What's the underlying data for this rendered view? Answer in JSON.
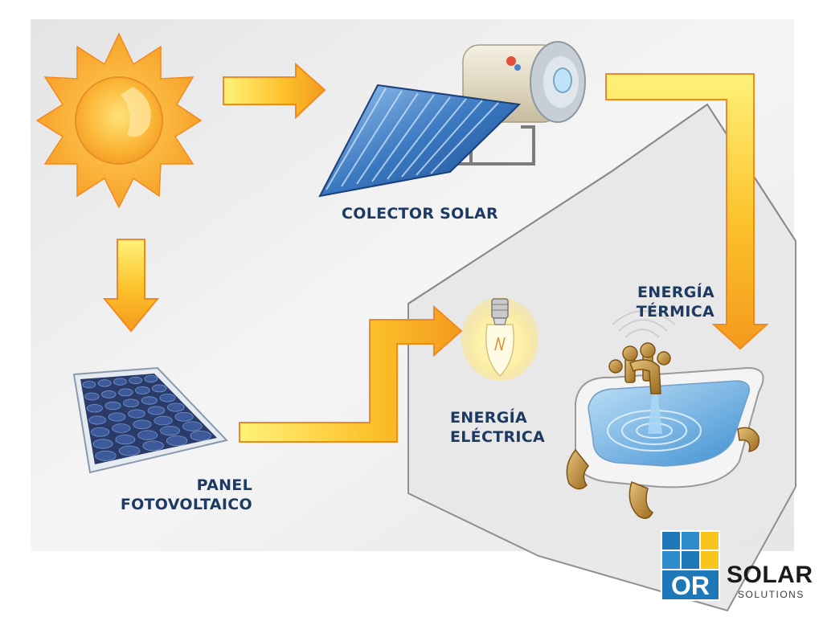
{
  "labels": {
    "colector_solar": "COLECTOR SOLAR",
    "panel_line1": "PANEL",
    "panel_line2": "FOTOVOLTAICO",
    "electrica_line1": "ENERGÍA",
    "electrica_line2": "ELÉCTRICA",
    "termica_line1": "ENERGÍA",
    "termica_line2": "TÉRMICA"
  },
  "logo": {
    "mark": "OR",
    "name": "SOLAR",
    "tagline": "SOLUTIONS"
  },
  "icons": [
    "sun-icon",
    "solar-collector-icon",
    "photovoltaic-panel-icon",
    "light-bulb-icon",
    "bathtub-icon",
    "house-outline-icon"
  ],
  "colors": {
    "arrow_fill": "#fcc12a",
    "arrow_edge": "#f08a1c",
    "label_text": "#1d3a63",
    "background": "#eeeeee",
    "logo_blue": "#1e78b8",
    "logo_yellow": "#f7c51e"
  }
}
